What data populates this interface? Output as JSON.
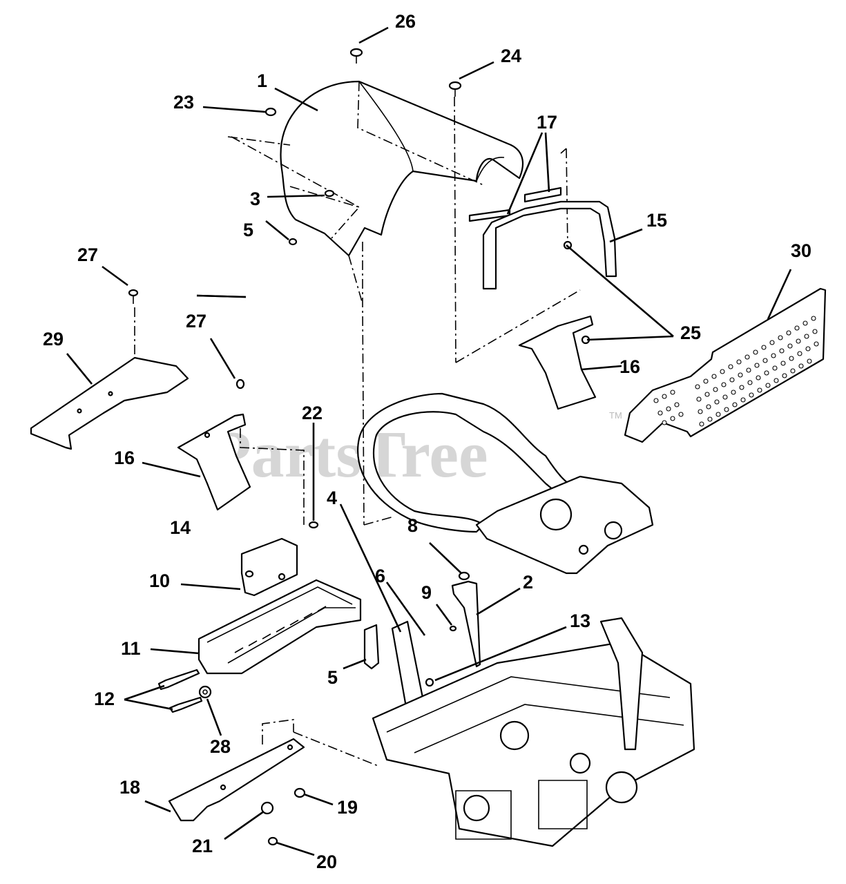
{
  "watermark": "PartsTree",
  "watermark_mark": "TM",
  "callouts": {
    "c1": "1",
    "c2": "2",
    "c3": "3",
    "c4": "4",
    "c5a": "5",
    "c5b": "5",
    "c6": "6",
    "c8": "8",
    "c9": "9",
    "c10": "10",
    "c11": "11",
    "c12": "12",
    "c13": "13",
    "c14": "14",
    "c15": "15",
    "c16a": "16",
    "c16b": "16",
    "c17": "17",
    "c18": "18",
    "c19": "19",
    "c20": "20",
    "c21": "21",
    "c22": "22",
    "c23": "23",
    "c24": "24",
    "c25": "25",
    "c26": "26",
    "c27a": "27",
    "c27b": "27",
    "c28": "28",
    "c29": "29",
    "c30": "30"
  }
}
